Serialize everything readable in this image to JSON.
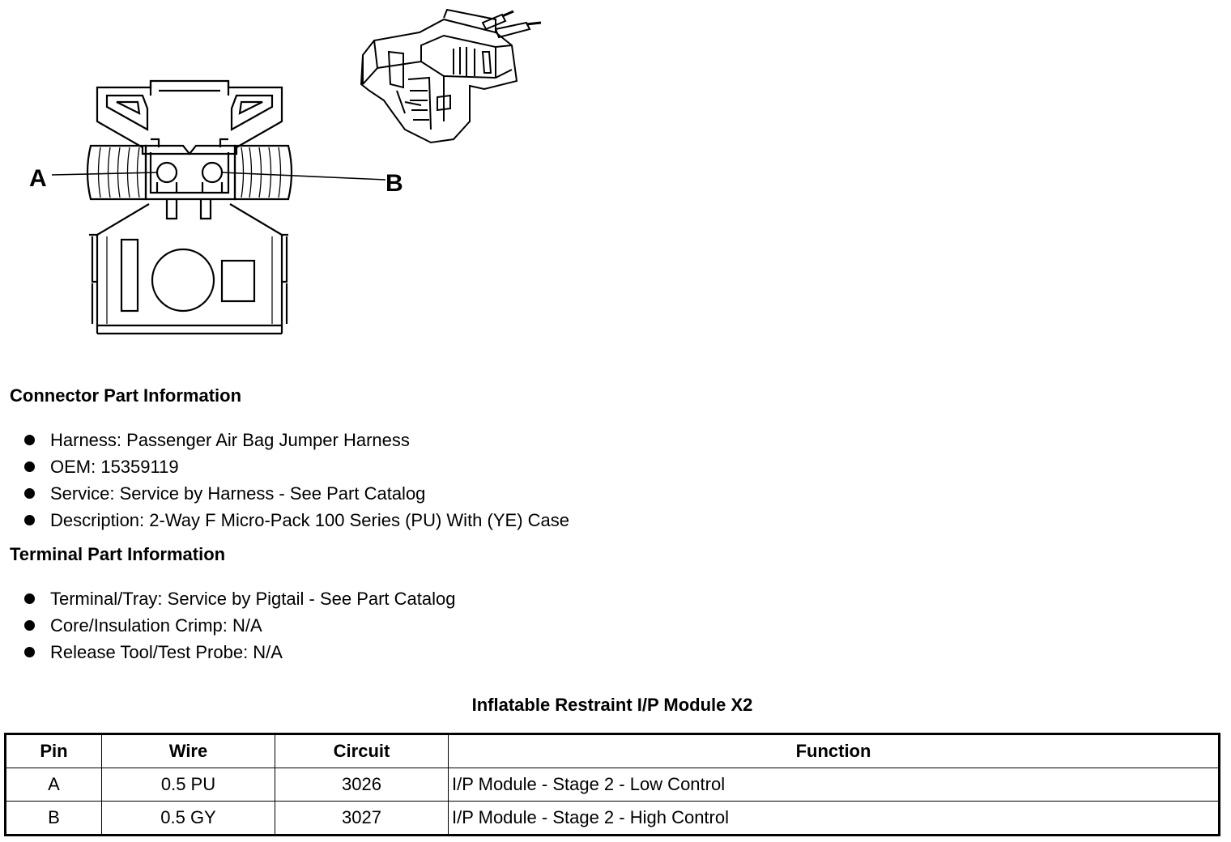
{
  "diagram": {
    "callouts": [
      {
        "label": "A"
      },
      {
        "label": "B"
      }
    ]
  },
  "connector_section": {
    "title": "Connector Part Information",
    "items": [
      {
        "text": "Harness: Passenger Air Bag Jumper Harness"
      },
      {
        "text": "OEM: 15359119"
      },
      {
        "text": "Service: Service by Harness - See Part Catalog"
      },
      {
        "text": "Description: 2-Way F Micro-Pack 100 Series (PU) With (YE) Case"
      }
    ]
  },
  "terminal_section": {
    "title": "Terminal Part Information",
    "items": [
      {
        "text": "Terminal/Tray: Service by Pigtail - See Part Catalog"
      },
      {
        "text": "Core/Insulation Crimp: N/A"
      },
      {
        "text": "Release Tool/Test Probe: N/A"
      }
    ]
  },
  "pin_table": {
    "title": "Inflatable Restraint I/P Module X2",
    "headers": [
      "Pin",
      "Wire",
      "Circuit",
      "Function"
    ],
    "rows": [
      [
        "A",
        "0.5 PU",
        "3026",
        "I/P Module - Stage 2 - Low Control"
      ],
      [
        "B",
        "0.5 GY",
        "3027",
        "I/P Module - Stage 2 - High Control"
      ]
    ]
  }
}
